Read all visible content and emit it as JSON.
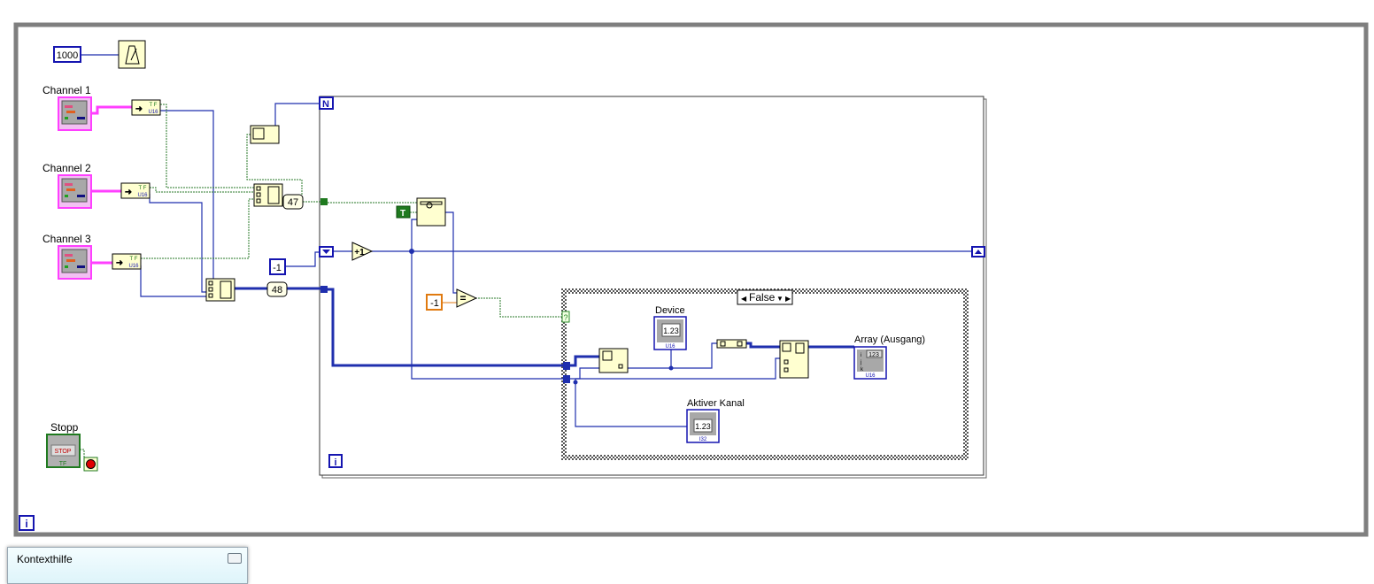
{
  "diagram": {
    "wait_constant": "1000",
    "controls": [
      {
        "label": "Channel 1"
      },
      {
        "label": "Channel 2"
      },
      {
        "label": "Channel 3"
      }
    ],
    "tf_label": "T F",
    "u16_label": "U16",
    "build_array_count_1": "47",
    "build_array_count_2": "48",
    "for_loop_count": "N",
    "iteration": "i",
    "shift_init": "-1",
    "increment": "+1",
    "true_constant": "T",
    "compare_constant": "-1",
    "equals_symbol": "=",
    "selector_terminal": "?",
    "case_selector": "False",
    "indicators": {
      "device": {
        "label": "Device",
        "value": "1.23",
        "type": "U16"
      },
      "array": {
        "label": "Array (Ausgang)",
        "value": "123",
        "type": "U16",
        "indices": [
          "i",
          "j",
          "k"
        ]
      },
      "active_channel": {
        "label": "Aktiver Kanal",
        "value": "1.23",
        "type": "I32"
      }
    },
    "stop": {
      "label": "Stopp",
      "button_text": "STOP",
      "type": "TF"
    }
  },
  "context_help": {
    "title": "Kontexthilfe"
  },
  "colors": {
    "int_wire": "#1f2fae",
    "bool_wire": "#1f7a1f",
    "cluster_wire": "#ff3fff",
    "i32_const": "#e07a10",
    "frame": "#7f7f7f"
  }
}
